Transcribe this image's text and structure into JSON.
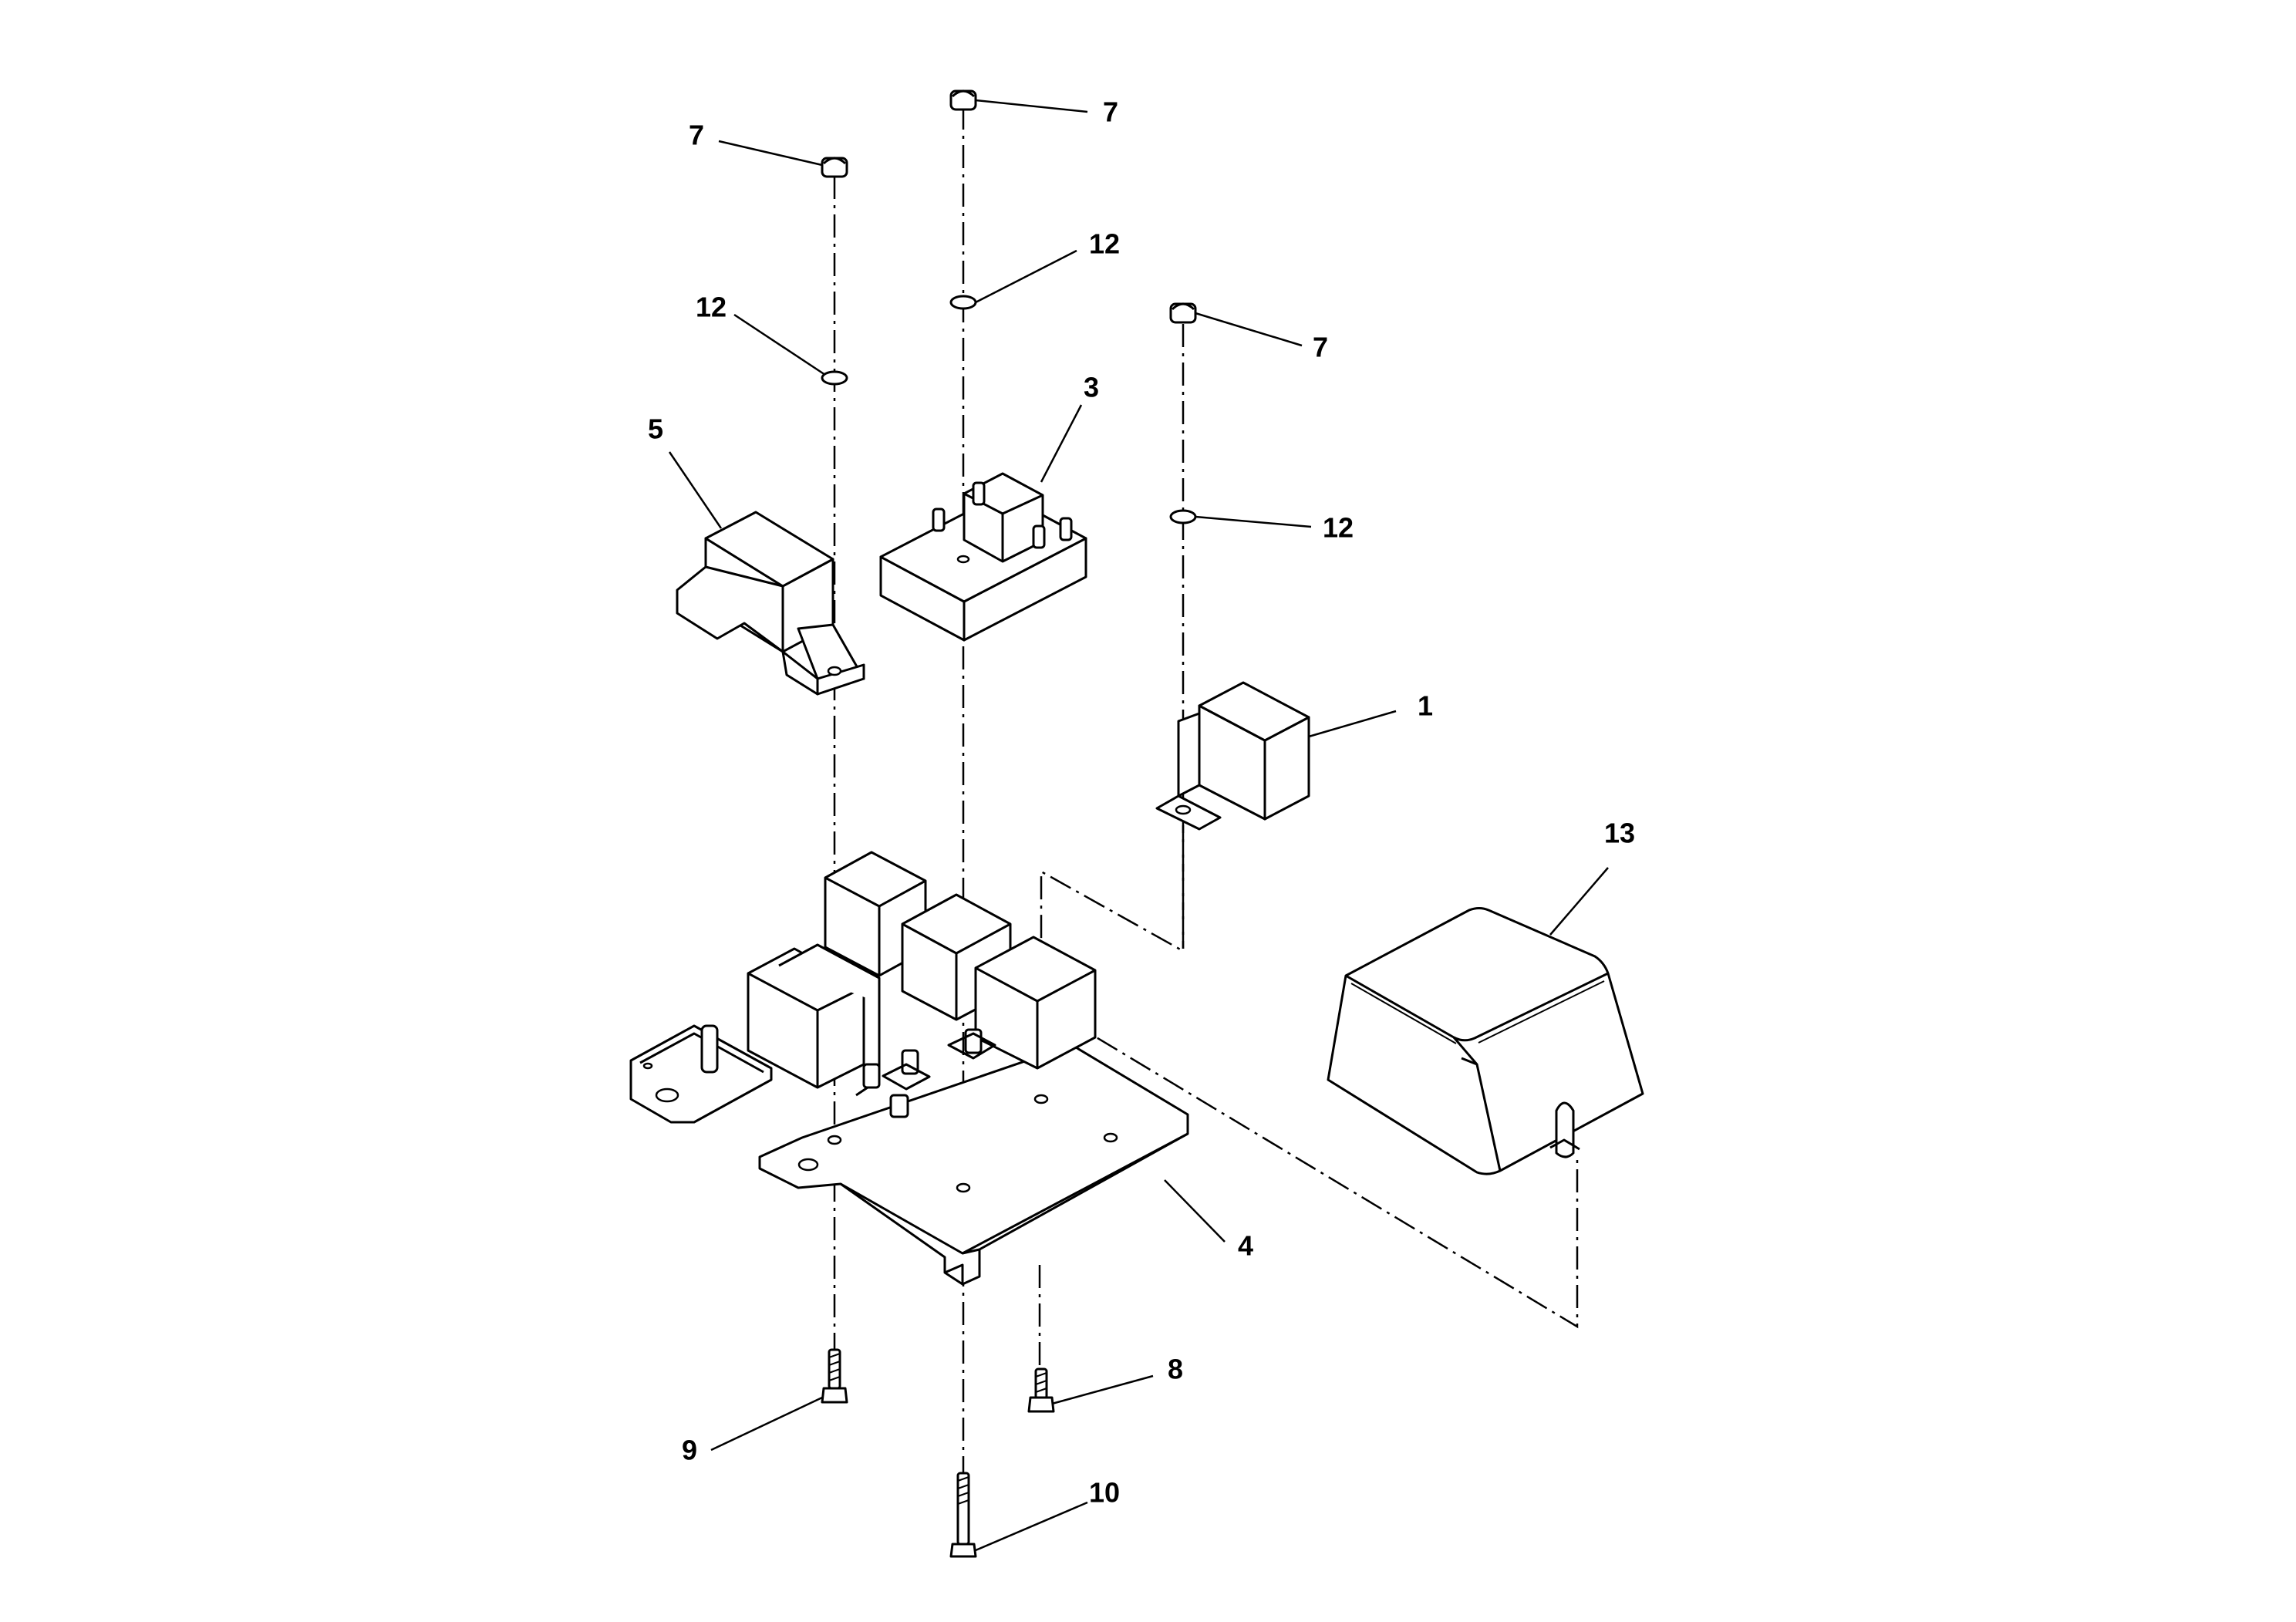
{
  "callouts": {
    "nut_left": "7",
    "nut_center": "7",
    "nut_right": "7",
    "washer_left": "12",
    "washer_center": "12",
    "washer_right": "12",
    "relay_small": "1",
    "relay_block": "3",
    "bracket_plate": "4",
    "resistor": "5",
    "screw_short": "8",
    "screw_left": "9",
    "screw_long": "10",
    "cover": "13"
  }
}
